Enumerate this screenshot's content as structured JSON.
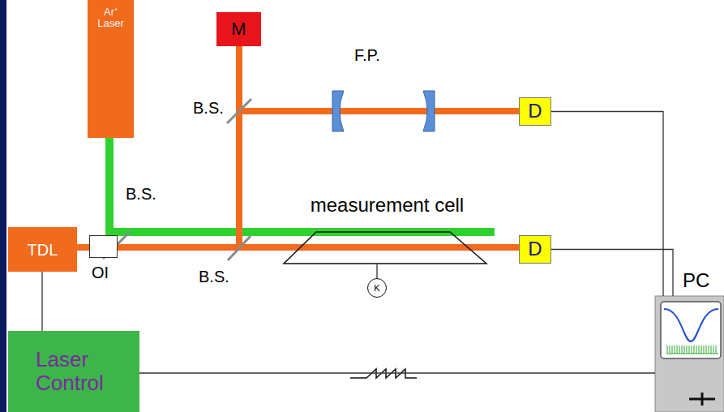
{
  "diagram": {
    "nodes": [
      {
        "text": [
          "Ar⁺ Laser"
        ]
      },
      {
        "text": [
          "M"
        ]
      },
      {
        "text": [
          "D"
        ]
      },
      {
        "text": [
          "TDL"
        ]
      },
      {
        "text": [
          "OI"
        ]
      },
      {
        "text": [
          "measurement cell"
        ]
      },
      {
        "text": [
          "K"
        ]
      },
      {
        "text": [
          "D"
        ]
      },
      {
        "text": [
          "Laser Control"
        ]
      },
      {
        "text": [
          "PC"
        ]
      }
    ],
    "edges": [
      {
        "from": 2,
        "to": 9,
        "arrow": "none"
      },
      {
        "from": 7,
        "to": 9,
        "arrow": "none"
      },
      {
        "from": 3,
        "to": 8,
        "arrow": "none"
      },
      {
        "from": 8,
        "to": 9,
        "arrow": "none"
      },
      {
        "from": 6,
        "to": 5,
        "arrow": "none"
      }
    ],
    "labels": [
      "F.P.",
      "B.S.",
      "B.S.",
      "B.S."
    ]
  }
}
